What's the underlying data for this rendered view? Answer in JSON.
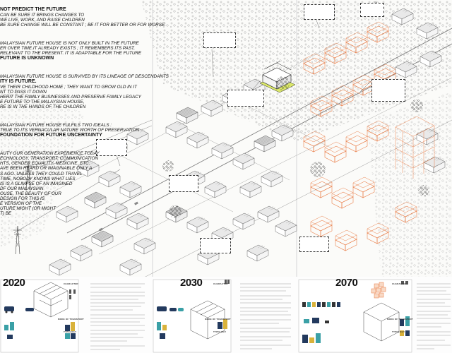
{
  "manifesto": {
    "lines": [
      {
        "t": "NOT PREDICT THE FUTURE",
        "s": "h"
      },
      {
        "t": "CAN BE SURE IT BRINGS CHANGES TO",
        "s": "it"
      },
      {
        "t": "WE LIVE, WORK, AND RAISE CHILDREN",
        "s": "it"
      },
      {
        "t": "BE SURE CHANGE WILL BE CONSTANT ; BE IT FOR BETTER OR FOR WORSE.",
        "s": "it"
      },
      {
        "t": "",
        "s": "gap"
      },
      {
        "t": "MALAYSIAN FUTURE HOUSE IS NOT ONLY BUILT IN THE FUTURE",
        "s": "it"
      },
      {
        "t": "ER OVER TIME.IT ALREADY EXISTS ; IT REMEMBERS ITS PAST,",
        "s": "it"
      },
      {
        "t": "RELEVANT TO THE PRESENT. IT IS ADAPTABLE FOR THE FUTURE",
        "s": "it"
      },
      {
        "t": "FUTURE IS UNKNOWN",
        "s": "h"
      },
      {
        "t": "",
        "s": "gap"
      },
      {
        "t": "MALAYSIAN FUTURE HOUSE IS SURVIVED BY ITS LINEAGE OF DESCENDANTS",
        "s": "it"
      },
      {
        "t": "ITY IS FUTURE.",
        "s": "h"
      },
      {
        "t": "VE THEIR CHILDHOOD HOME ; THEY WANT TO GROW OLD IN IT",
        "s": "it"
      },
      {
        "t": "NT TO PASS IT DOWN",
        "s": "it"
      },
      {
        "t": "HERIT THE FAMILY BUSINESSES AND PRESERVE FAMILY LEGACY",
        "s": "it"
      },
      {
        "t": "E FUTURE TO THE MALAYSIAN HOUSE,",
        "s": "it"
      },
      {
        "t": "RE IS IN THE HANDS OF THE CHILDREN",
        "s": "it"
      },
      {
        "t": "",
        "s": "gap"
      },
      {
        "t": "MALAYSIAN FUTURE HOUSE FULFILS TWO IDEALS :",
        "s": "it"
      },
      {
        "t": "TRUE TO ITS VERNACULAR NATURE WORTH OF PRESERVATION",
        "s": "it"
      },
      {
        "t": "FOUNDATION FOR FUTURE UNCERTAINTY",
        "s": "h"
      },
      {
        "t": "",
        "s": "gap"
      },
      {
        "t": "AUTY OUR GENERATION EXPERIENCE TODAY",
        "s": "it"
      },
      {
        "t": "ECHNOLOGY, TRANSPORT, COMMUNICATION",
        "s": "it"
      },
      {
        "t": "HTS, GENDER EQUALITY, MEDICINE, ETC.",
        "s": "it"
      },
      {
        "t": "AVE BEEN HEARD OR IMAGINABLE ONLY A",
        "s": "it"
      },
      {
        "t": "S AGO. UNLESS THEY COULD TRAVEL",
        "s": "it"
      },
      {
        "t": "TIME, NOBODY KNOWS WHAT LIES",
        "s": "it"
      },
      {
        "t": "IS IS A GLIMPSE OF AN IMAGINED",
        "s": "it"
      },
      {
        "t": "DF OUR MALAYSIAN",
        "s": "it"
      },
      {
        "t": "OUSE, THE BEAUTY OF OUR",
        "s": "it"
      },
      {
        "t": "DESIGN FOR THIS IS",
        "s": "it"
      },
      {
        "t": "E VERSION OF THE",
        "s": "it"
      },
      {
        "t": "UTURE MIGHT (OR MIGHT",
        "s": "it"
      },
      {
        "t": "T) BE",
        "s": "it"
      }
    ]
  },
  "years": {
    "y1": "2020",
    "y2": "2030",
    "y3": "2070"
  },
  "labels": {
    "character": "CHARACTER",
    "mode": "MODE OF TRANSPORT",
    "typology": "TYPOLOGY"
  },
  "colors": {
    "accent_orange": "#e8743b",
    "teal": "#3aa0a6",
    "yellow_green": "#dbe86a",
    "navy": "#233a5e",
    "mustard": "#d9b23a"
  }
}
